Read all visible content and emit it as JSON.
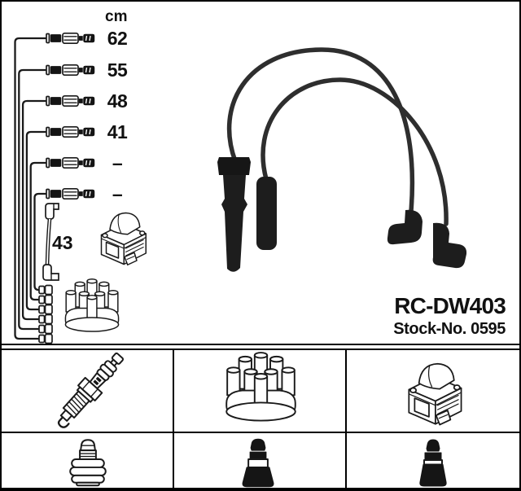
{
  "product": {
    "part_number": "RC-DW403",
    "stock_number": "Stock-No. 0595"
  },
  "length_table": {
    "unit_header": "cm",
    "cable_lengths": [
      "62",
      "55",
      "48",
      "41",
      "–",
      "–"
    ],
    "coil_wire_length": "43"
  },
  "diagram": {
    "icons": [
      "cable-end",
      "coil-wire-elbow",
      "ignition-coil",
      "distributor-cap",
      "connector-stack",
      "ignition-lead-set-photo"
    ]
  },
  "components_panel": {
    "cells": [
      {
        "icon": "spark-plug"
      },
      {
        "icon": "distributor-cap"
      },
      {
        "icon": "ignition-coil"
      },
      {
        "icon": "straight-boot-outline"
      },
      {
        "icon": "black-boot-wide"
      },
      {
        "icon": "black-boot-narrow"
      }
    ]
  },
  "colors": {
    "ink": "#1a1a1a",
    "boot": "#1d1d1d",
    "wire": "#2e2e2e",
    "background": "#ffffff",
    "border": "#000000"
  }
}
